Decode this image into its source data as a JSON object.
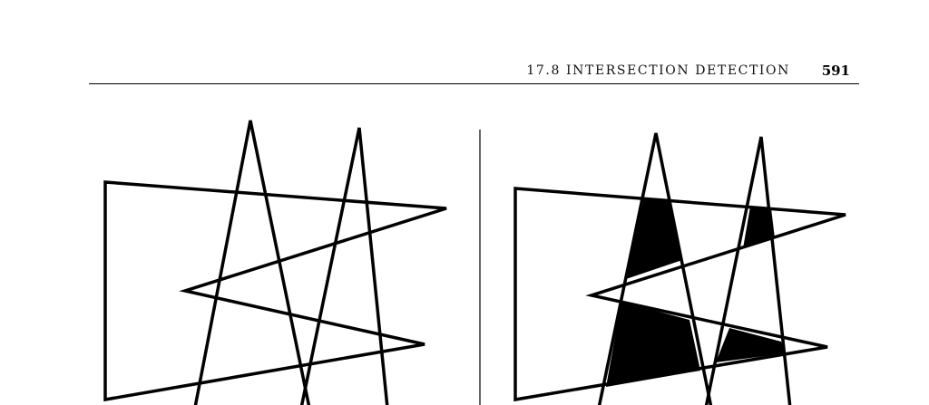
{
  "header": {
    "section_title": "17.8 INTERSECTION DETECTION",
    "page_number": "591"
  },
  "figure": {
    "panels": [
      {
        "name": "left",
        "description_shown": false
      },
      {
        "name": "right",
        "shaded_regions": true
      }
    ],
    "line_color": "#000000",
    "fill_color": "#000000"
  }
}
